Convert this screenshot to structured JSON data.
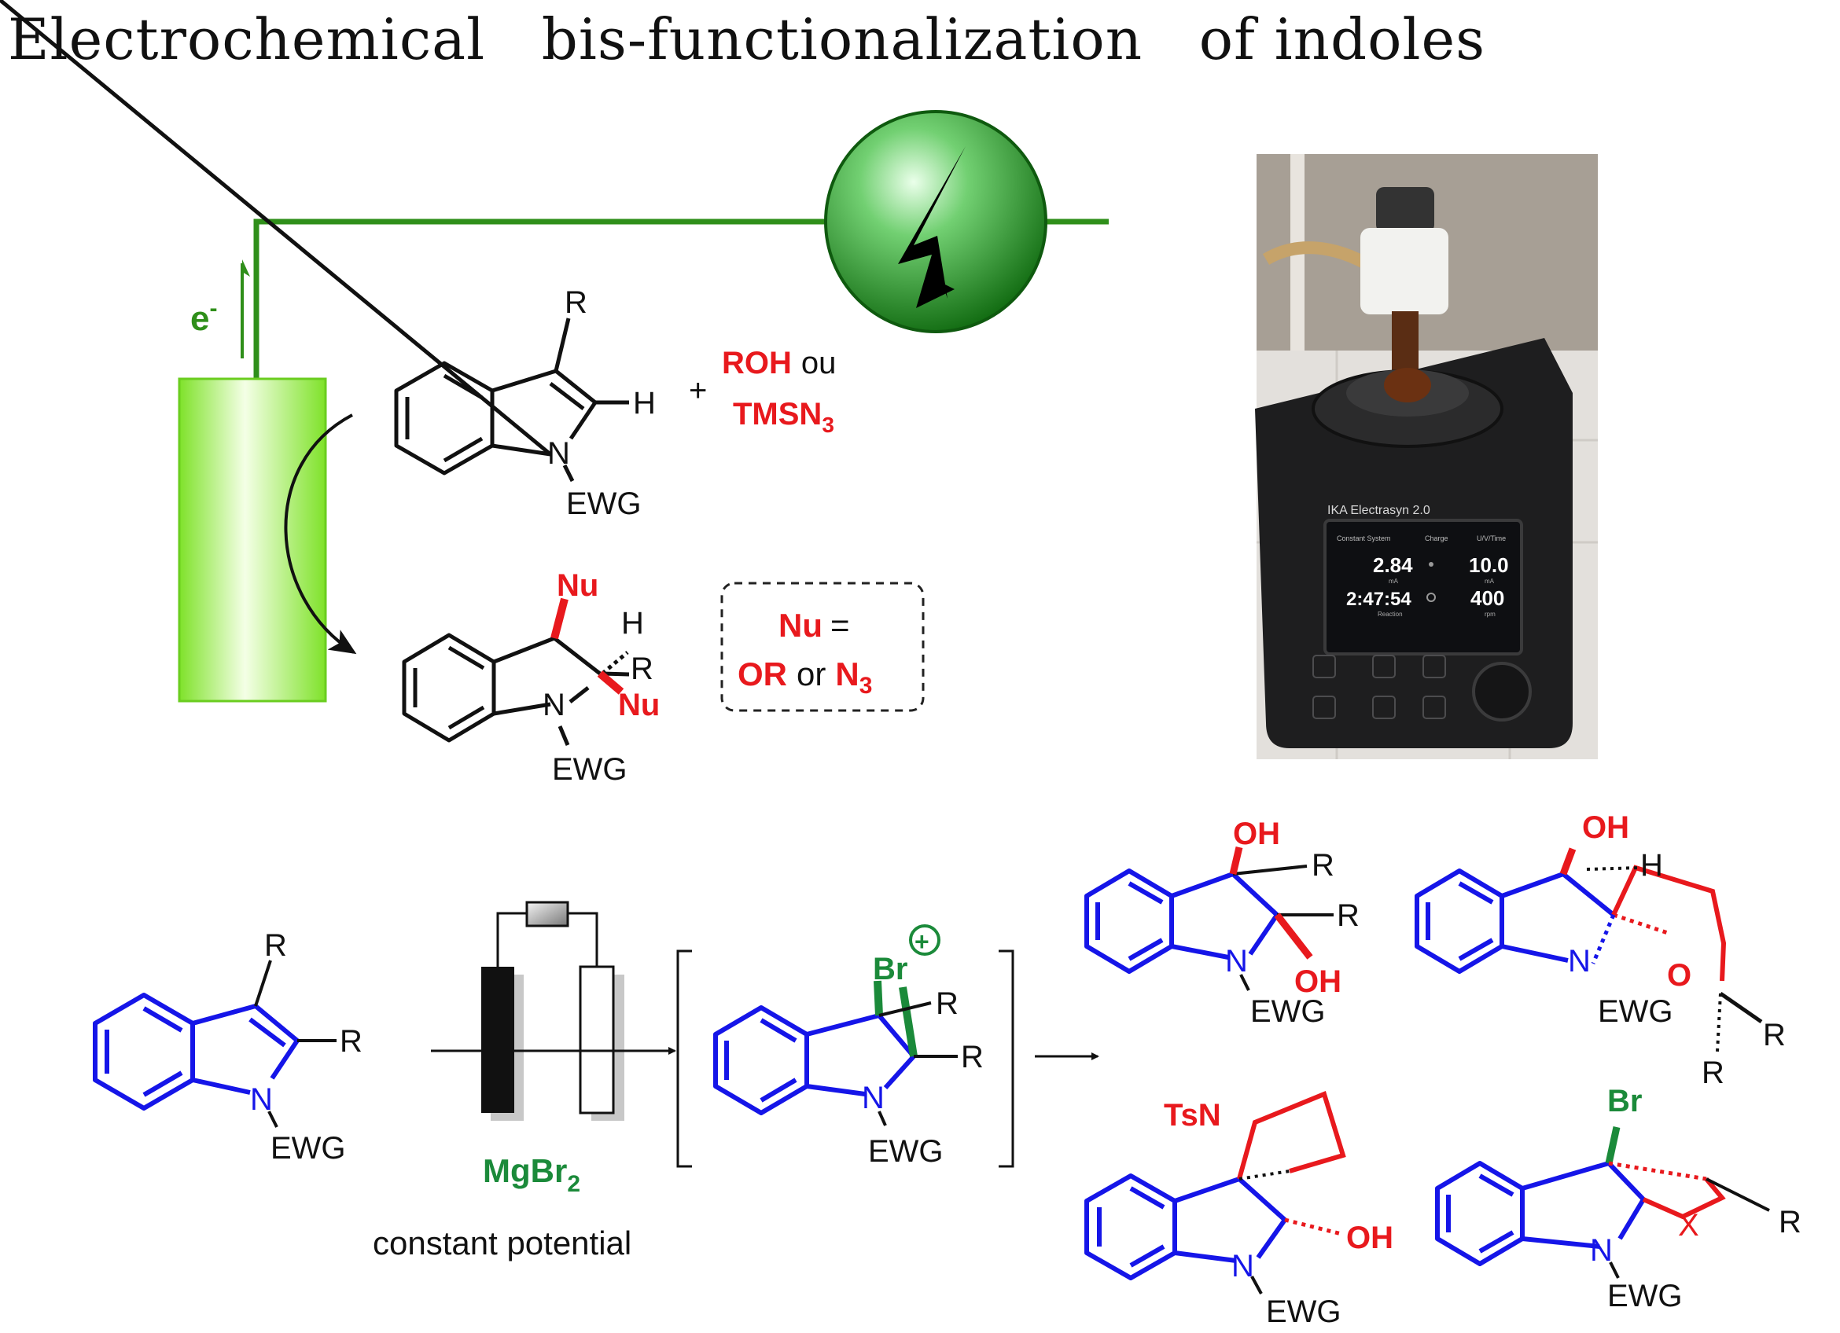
{
  "title": "Electrochemical   bis-functionalization   of indoles",
  "colors": {
    "red": "#e8191d",
    "blue": "#1515e8",
    "green": "#1b8a3a",
    "wire": "#2f8f1a",
    "electrode": "#88ee33",
    "black": "#111111"
  },
  "icons": {
    "power_source": "lightning-bolt-icon",
    "stir_plate": "ika-electrasyn-photo"
  },
  "top_scheme": {
    "electron_label": "e",
    "electron_sup": "-",
    "plus": "+",
    "start": {
      "R": "R",
      "H": "H",
      "N": "N",
      "EWG": "EWG"
    },
    "reagent_1": "ROH",
    "reagent_or": "ou",
    "reagent_2": "TMSN",
    "reagent_2_sub": "3",
    "product": {
      "Nu_top": "Nu",
      "H": "H",
      "R": "R",
      "Nu_right": "Nu",
      "N": "N",
      "EWG": "EWG"
    },
    "nu_box": {
      "line1_a": "Nu",
      "line1_b": "=",
      "line2_a": "OR",
      "line2_b": "or",
      "line2_c": "N",
      "line2_sub": "3"
    }
  },
  "photo": {
    "brand": "IKA Electrasyn 2.0",
    "header": "Constant System",
    "col_a": "Charge",
    "col_b": "U/V/Time",
    "v1": "2.84",
    "v2": "10.0",
    "v3": "2:47:54",
    "v4": "400",
    "unit1": "mA",
    "unit2": "mA",
    "unit3": "Reaction",
    "unit4": "rpm"
  },
  "bottom_scheme": {
    "start": {
      "R3": "R",
      "R2": "R",
      "N": "N",
      "EWG": "EWG"
    },
    "reagent": "MgBr",
    "reagent_sub": "2",
    "conditions": "constant  potential",
    "intermediate": {
      "Br": "Br",
      "plus": "+",
      "R3": "R",
      "R2": "R",
      "N": "N",
      "EWG": "EWG"
    },
    "p1": {
      "OH_top": "OH",
      "R_top": "R",
      "R_right": "R",
      "OH_bottom": "OH",
      "N": "N",
      "EWG": "EWG"
    },
    "p2": {
      "OH": "OH",
      "H": "H",
      "O": "O",
      "N": "N",
      "EWG": "EWG",
      "R1": "R",
      "R2": "R"
    },
    "p3": {
      "TsN": "TsN",
      "OH": "OH",
      "N": "N",
      "EWG": "EWG"
    },
    "p4": {
      "Br": "Br",
      "X": "X",
      "R": "R",
      "N": "N",
      "EWG": "EWG"
    }
  }
}
